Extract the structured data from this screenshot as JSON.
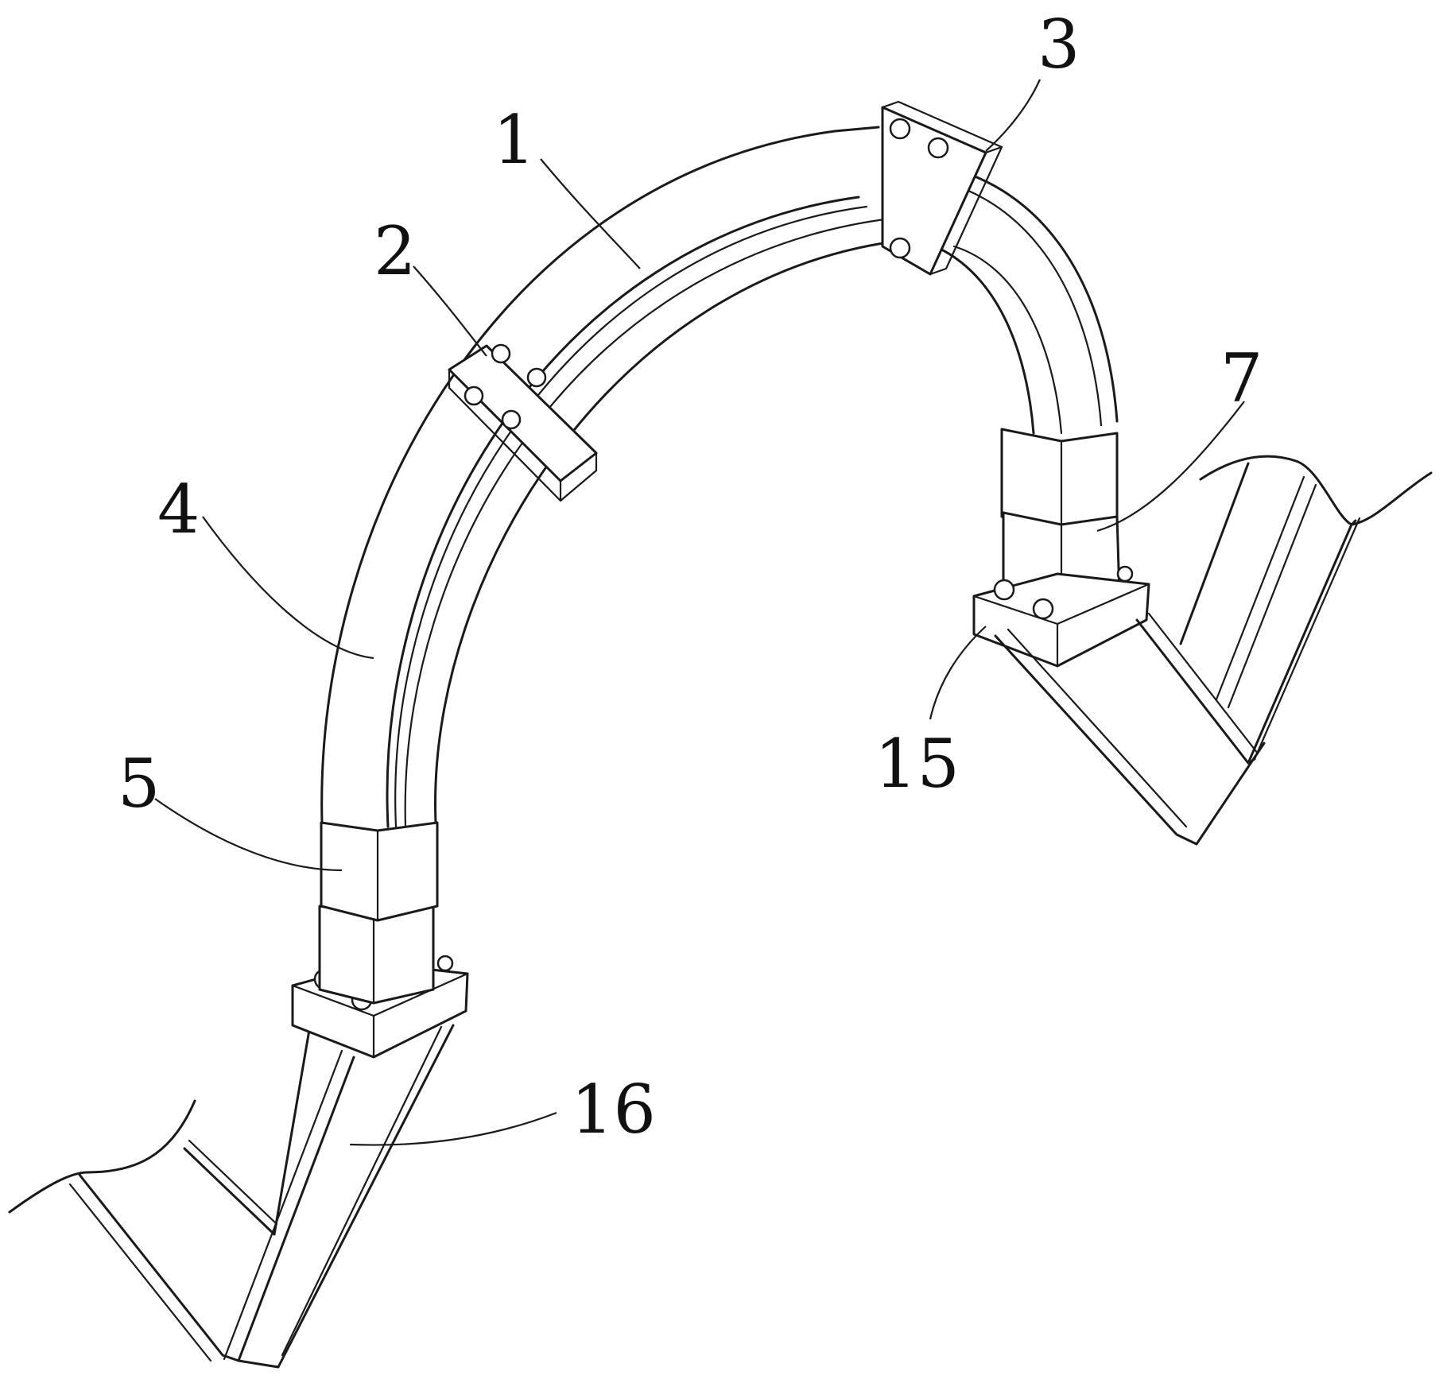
{
  "figure": {
    "callouts": [
      {
        "id": "1",
        "text": "1"
      },
      {
        "id": "2",
        "text": "2"
      },
      {
        "id": "3",
        "text": "3"
      },
      {
        "id": "4",
        "text": "4"
      },
      {
        "id": "5",
        "text": "5"
      },
      {
        "id": "7",
        "text": "7"
      },
      {
        "id": "15",
        "text": "15"
      },
      {
        "id": "16",
        "text": "16"
      }
    ]
  },
  "colors": {
    "line": "#1a1a1a",
    "background": "#ffffff"
  }
}
